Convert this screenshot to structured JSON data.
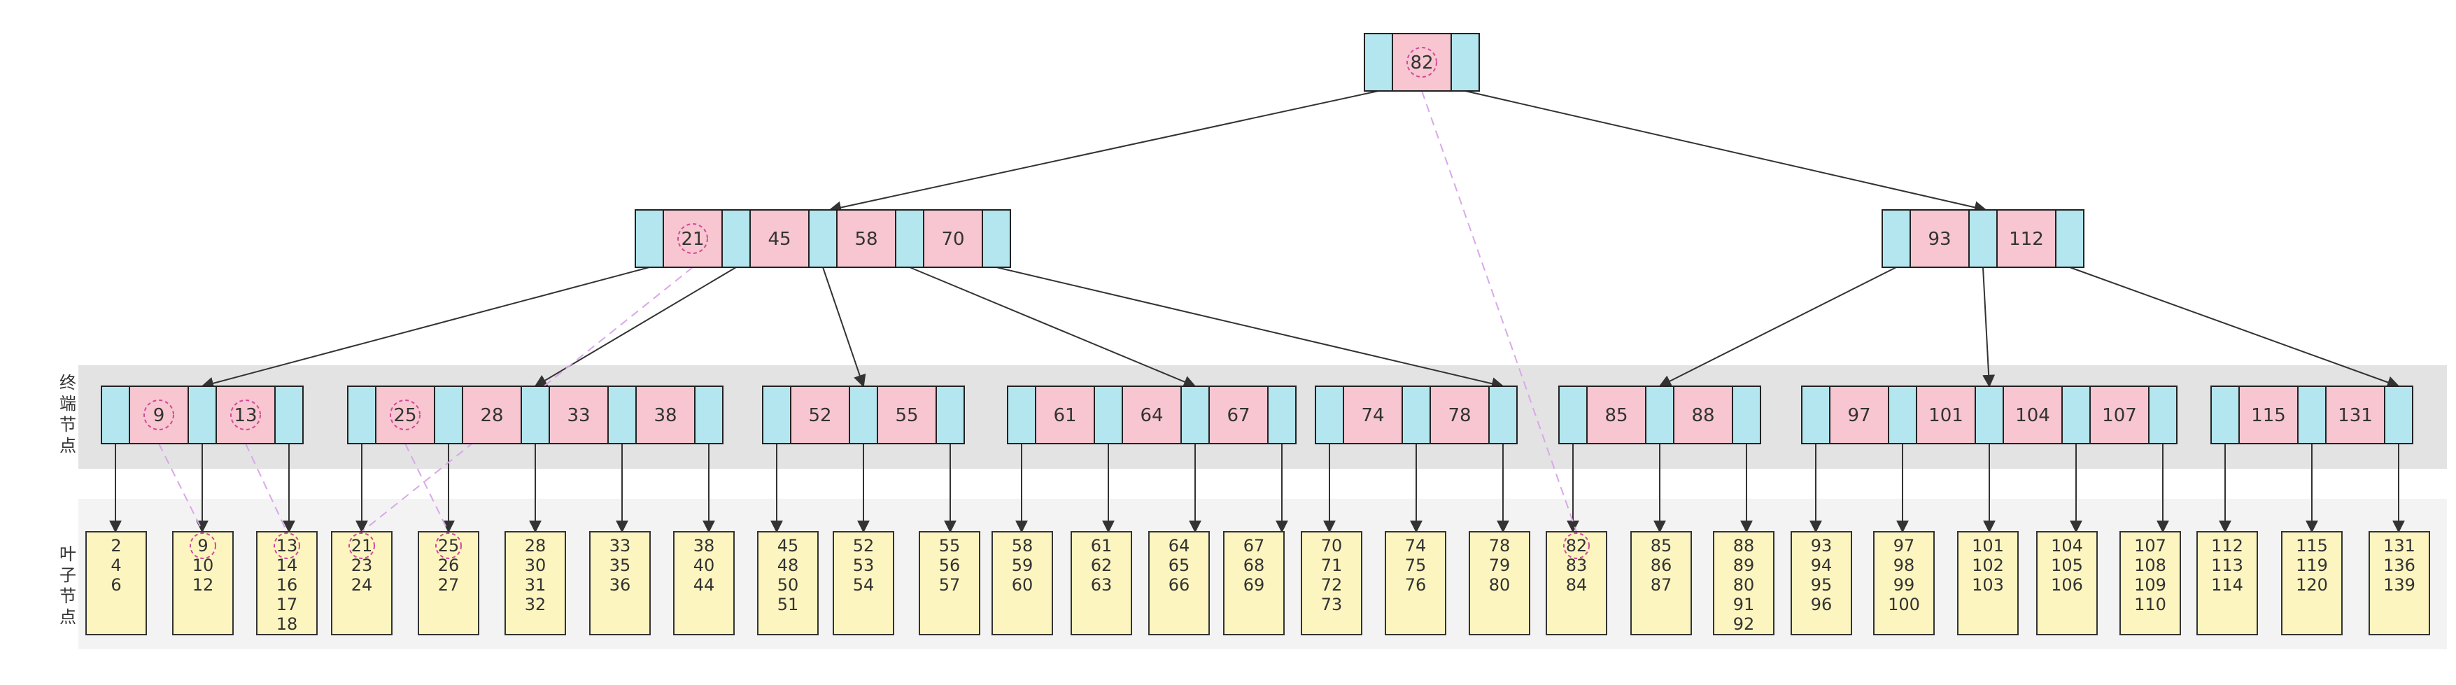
{
  "colors": {
    "pointer_cell": "#b3e6ee",
    "key_cell": "#f7c6d0",
    "leaf_fill": "#fdf5c0",
    "band_terminal": "#e3e3e3",
    "band_leaf": "#f3f3f3",
    "edge": "#333333",
    "dashed_circle": "#d04a9a",
    "dashed_link": "#d9a8e8"
  },
  "band_labels": {
    "terminal": "终端节点",
    "leaf": "叶子节点"
  },
  "tree": {
    "root": {
      "keys": [
        "82"
      ],
      "highlight": [
        "82"
      ]
    },
    "level1": [
      {
        "keys": [
          "21",
          "45",
          "58",
          "70"
        ],
        "highlight": [
          "21"
        ]
      },
      {
        "keys": [
          "93",
          "112"
        ],
        "highlight": []
      }
    ],
    "terminal": [
      {
        "keys": [
          "9",
          "13"
        ],
        "highlight": [
          "9",
          "13"
        ]
      },
      {
        "keys": [
          "25",
          "28",
          "33",
          "38"
        ],
        "highlight": [
          "25"
        ]
      },
      {
        "keys": [
          "52",
          "55"
        ],
        "highlight": []
      },
      {
        "keys": [
          "61",
          "64",
          "67"
        ],
        "highlight": []
      },
      {
        "keys": [
          "74",
          "78"
        ],
        "highlight": []
      },
      {
        "keys": [
          "85",
          "88"
        ],
        "highlight": []
      },
      {
        "keys": [
          "97",
          "101",
          "104",
          "107"
        ],
        "highlight": []
      },
      {
        "keys": [
          "115",
          "131"
        ],
        "highlight": []
      }
    ],
    "leaves": [
      [
        "2",
        "4",
        "6"
      ],
      [
        "9",
        "10",
        "12"
      ],
      [
        "13",
        "14",
        "16",
        "17",
        "18"
      ],
      [
        "21",
        "23",
        "24"
      ],
      [
        "25",
        "26",
        "27"
      ],
      [
        "28",
        "30",
        "31",
        "32"
      ],
      [
        "33",
        "35",
        "36"
      ],
      [
        "38",
        "40",
        "44"
      ],
      [
        "45",
        "48",
        "50",
        "51"
      ],
      [
        "52",
        "53",
        "54"
      ],
      [
        "55",
        "56",
        "57"
      ],
      [
        "58",
        "59",
        "60"
      ],
      [
        "61",
        "62",
        "63"
      ],
      [
        "64",
        "65",
        "66"
      ],
      [
        "67",
        "68",
        "69"
      ],
      [
        "70",
        "71",
        "72",
        "73"
      ],
      [
        "74",
        "75",
        "76"
      ],
      [
        "78",
        "79",
        "80"
      ],
      [
        "82",
        "83",
        "84"
      ],
      [
        "85",
        "86",
        "87"
      ],
      [
        "88",
        "89",
        "80",
        "91",
        "92"
      ],
      [
        "93",
        "94",
        "95",
        "96"
      ],
      [
        "97",
        "98",
        "99",
        "100"
      ],
      [
        "101",
        "102",
        "103"
      ],
      [
        "104",
        "105",
        "106"
      ],
      [
        "107",
        "108",
        "109",
        "110"
      ],
      [
        "112",
        "113",
        "114"
      ],
      [
        "115",
        "119",
        "120"
      ],
      [
        "131",
        "136",
        "139"
      ]
    ],
    "leaf_highlight": [
      "9",
      "13",
      "21",
      "25",
      "82"
    ]
  }
}
